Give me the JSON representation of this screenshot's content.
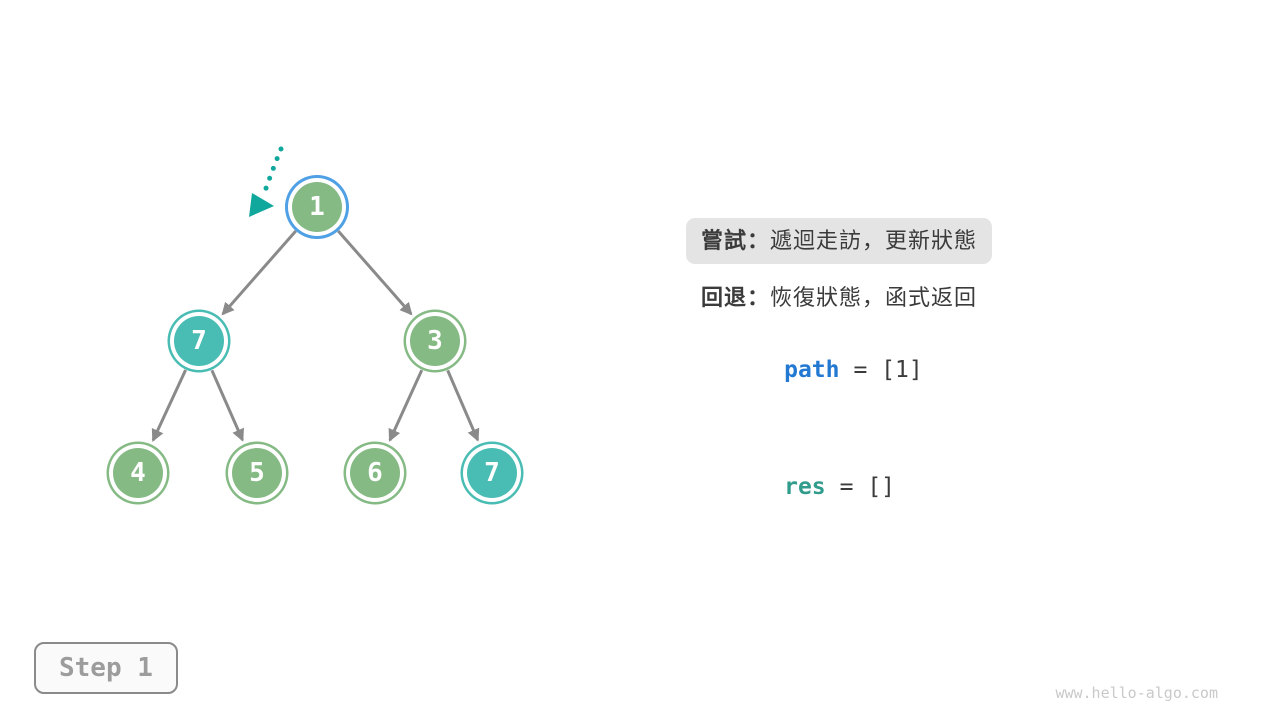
{
  "page": {
    "watermark": "www.hello-algo.com"
  },
  "step_badge": {
    "label": "Step 1"
  },
  "tree": {
    "nodes": [
      {
        "value": "1",
        "state": "current"
      },
      {
        "value": "7",
        "state": "teal"
      },
      {
        "value": "3",
        "state": "green"
      },
      {
        "value": "4",
        "state": "green"
      },
      {
        "value": "5",
        "state": "green"
      },
      {
        "value": "6",
        "state": "green"
      },
      {
        "value": "7",
        "state": "teal"
      }
    ],
    "edges": [
      {
        "from": "1",
        "to": "7"
      },
      {
        "from": "1",
        "to": "3"
      },
      {
        "from": "7",
        "to": "4"
      },
      {
        "from": "7",
        "to": "5"
      },
      {
        "from": "3",
        "to": "6"
      },
      {
        "from": "3",
        "to": "7"
      }
    ]
  },
  "panel": {
    "try_label": "嘗試：",
    "try_text": "遞迴走訪，更新狀態",
    "back_label": "回退：",
    "back_text": "恢復狀態，函式返回",
    "path_name": "path",
    "path_value": "= [1]",
    "res_name": "res",
    "res_value": "= []"
  },
  "colors": {
    "node_green": "#85BA85",
    "node_teal": "#49BCB3",
    "current_ring_blue": "#4FA0E4",
    "pointer_arrow_teal": "#10A89D",
    "edge_gray": "#8A8A8A",
    "text_dark": "#3B3B3B",
    "highlight_bg": "#E4E4E4",
    "path_blue": "#2379D2",
    "res_teal": "#319C8C",
    "step_text_gray": "#9C9C9C",
    "watermark_gray": "#C9C9C9"
  }
}
